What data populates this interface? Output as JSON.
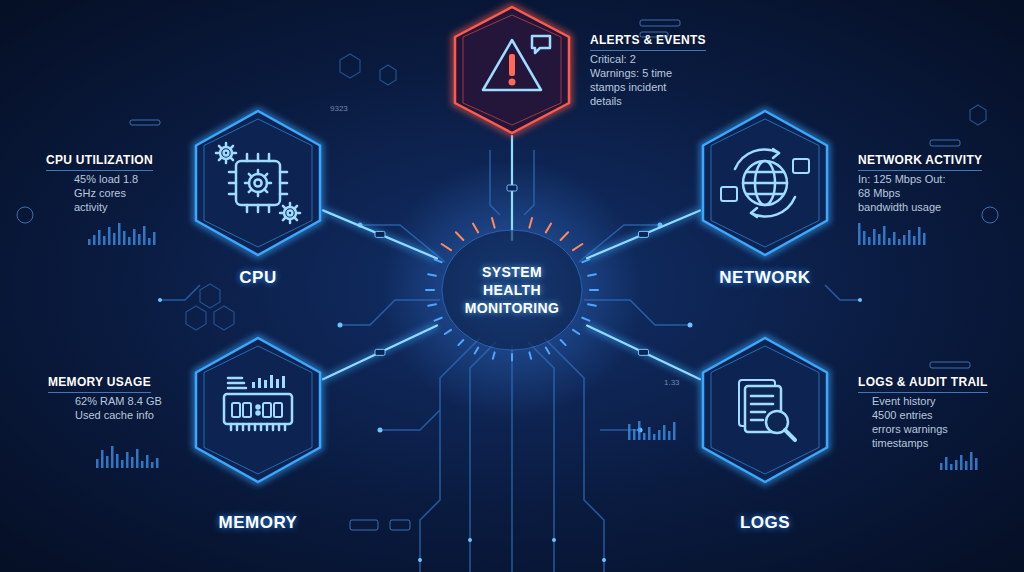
{
  "diagram": {
    "nodes": [
      {
        "text": [
          "ALERTS & EVENTS",
          "Critical: 2 Warnings: 5 time stamps incident details"
        ]
      },
      {
        "text": [
          "CPU UTILIZATION",
          "45% load 1.8 GHz cores activity",
          "CPU"
        ]
      },
      {
        "text": [
          "NETWORK ACTIVITY",
          "In: 125 Mbps Out: 68 Mbps bandwidth usage",
          "NETWORK"
        ]
      },
      {
        "text": [
          "SYSTEM HEALTH MONITORING"
        ]
      },
      {
        "text": [
          "MEMORY USAGE",
          "62% RAM 8.4 GB Used cache info",
          "MEMORY"
        ]
      },
      {
        "text": [
          "LOGS & AUDIT TRAIL",
          "Event history 4500 entries errors warnings timestamps",
          "LOGS"
        ]
      }
    ],
    "edges": [
      {
        "from": 0,
        "to": 3,
        "arrow": "none"
      },
      {
        "from": 1,
        "to": 3,
        "arrow": "none"
      },
      {
        "from": 2,
        "to": 3,
        "arrow": "none"
      },
      {
        "from": 4,
        "to": 3,
        "arrow": "none"
      },
      {
        "from": 5,
        "to": 3,
        "arrow": "none"
      }
    ],
    "labels": [
      "9323",
      "1.33"
    ]
  }
}
